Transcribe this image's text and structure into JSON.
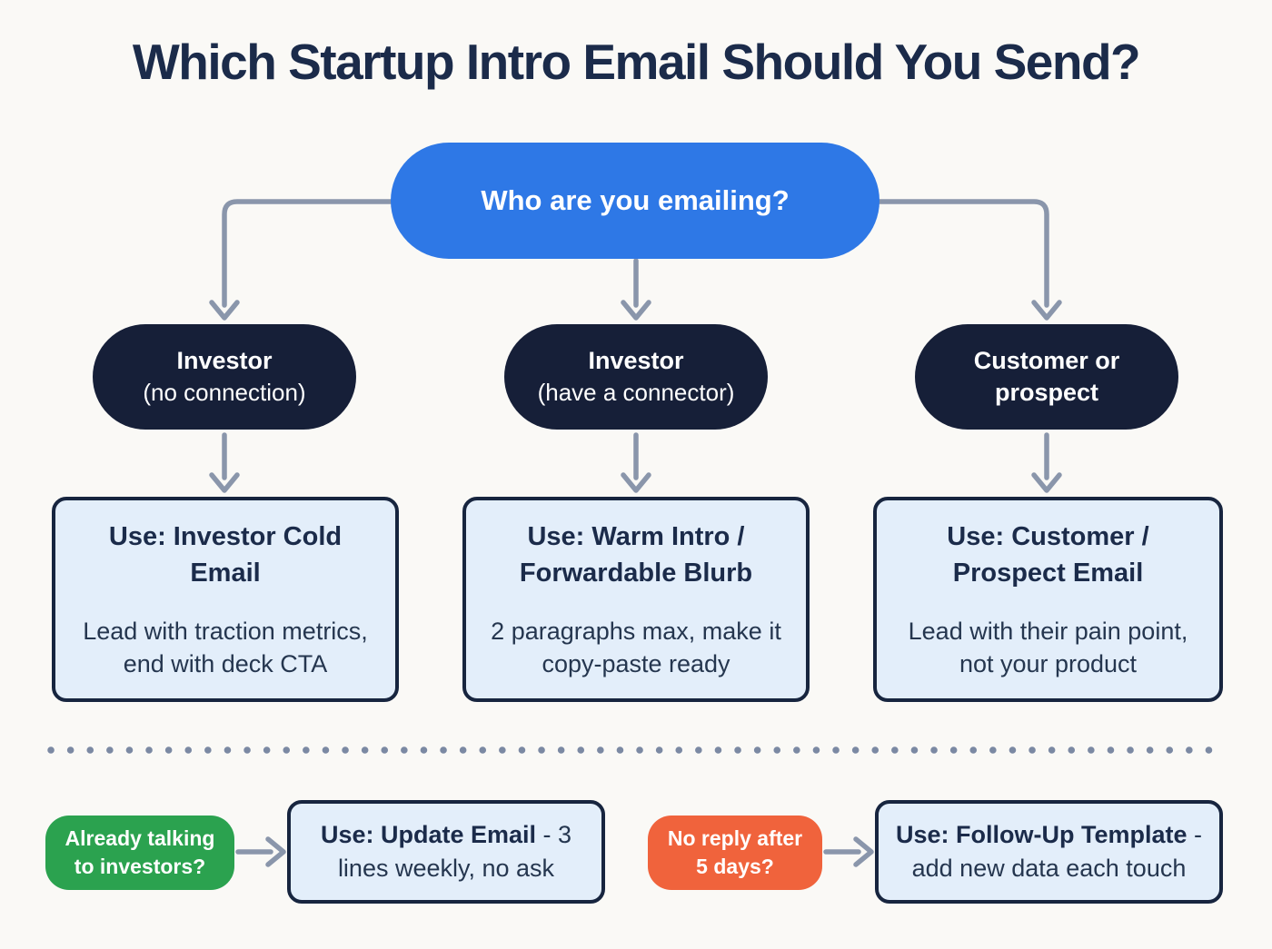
{
  "title": "Which Startup Intro Email Should You Send?",
  "root_question": {
    "label": "Who are you emailing?"
  },
  "branches": [
    {
      "node_line1": "Investor",
      "node_line2": "(no connection)",
      "result_title": "Use: Investor Cold Email",
      "result_body": "Lead with traction metrics, end with deck CTA"
    },
    {
      "node_line1": "Investor",
      "node_line2": "(have a connector)",
      "result_title": "Use: Warm Intro / Forwardable Blurb",
      "result_body": "2 paragraphs max, make it copy-paste ready"
    },
    {
      "node_line1": "Customer or",
      "node_line2": "prospect",
      "result_title": "Use: Customer / Prospect Email",
      "result_body": "Lead with their pain point, not your product"
    }
  ],
  "bottom": [
    {
      "trigger_line1": "Already talking",
      "trigger_line2": "to investors?",
      "result_bold": "Use: Update Email",
      "result_rest": " - 3 lines weekly, no ask"
    },
    {
      "trigger_line1": "No reply after",
      "trigger_line2": "5 days?",
      "result_bold": "Use: Follow-Up Template",
      "result_rest": " - add new data each touch"
    }
  ],
  "colors": {
    "bg": "#faf9f6",
    "blue": "#2e78e6",
    "navy_dark": "#161f38",
    "navy_border": "#17253f",
    "navy_text": "#1b2b4a",
    "body_text": "#25364f",
    "box_bg": "#e3eefa",
    "green": "#2ba24f",
    "orange": "#f0633c",
    "line": "#8a96ab",
    "dots": "#7b89a3"
  }
}
